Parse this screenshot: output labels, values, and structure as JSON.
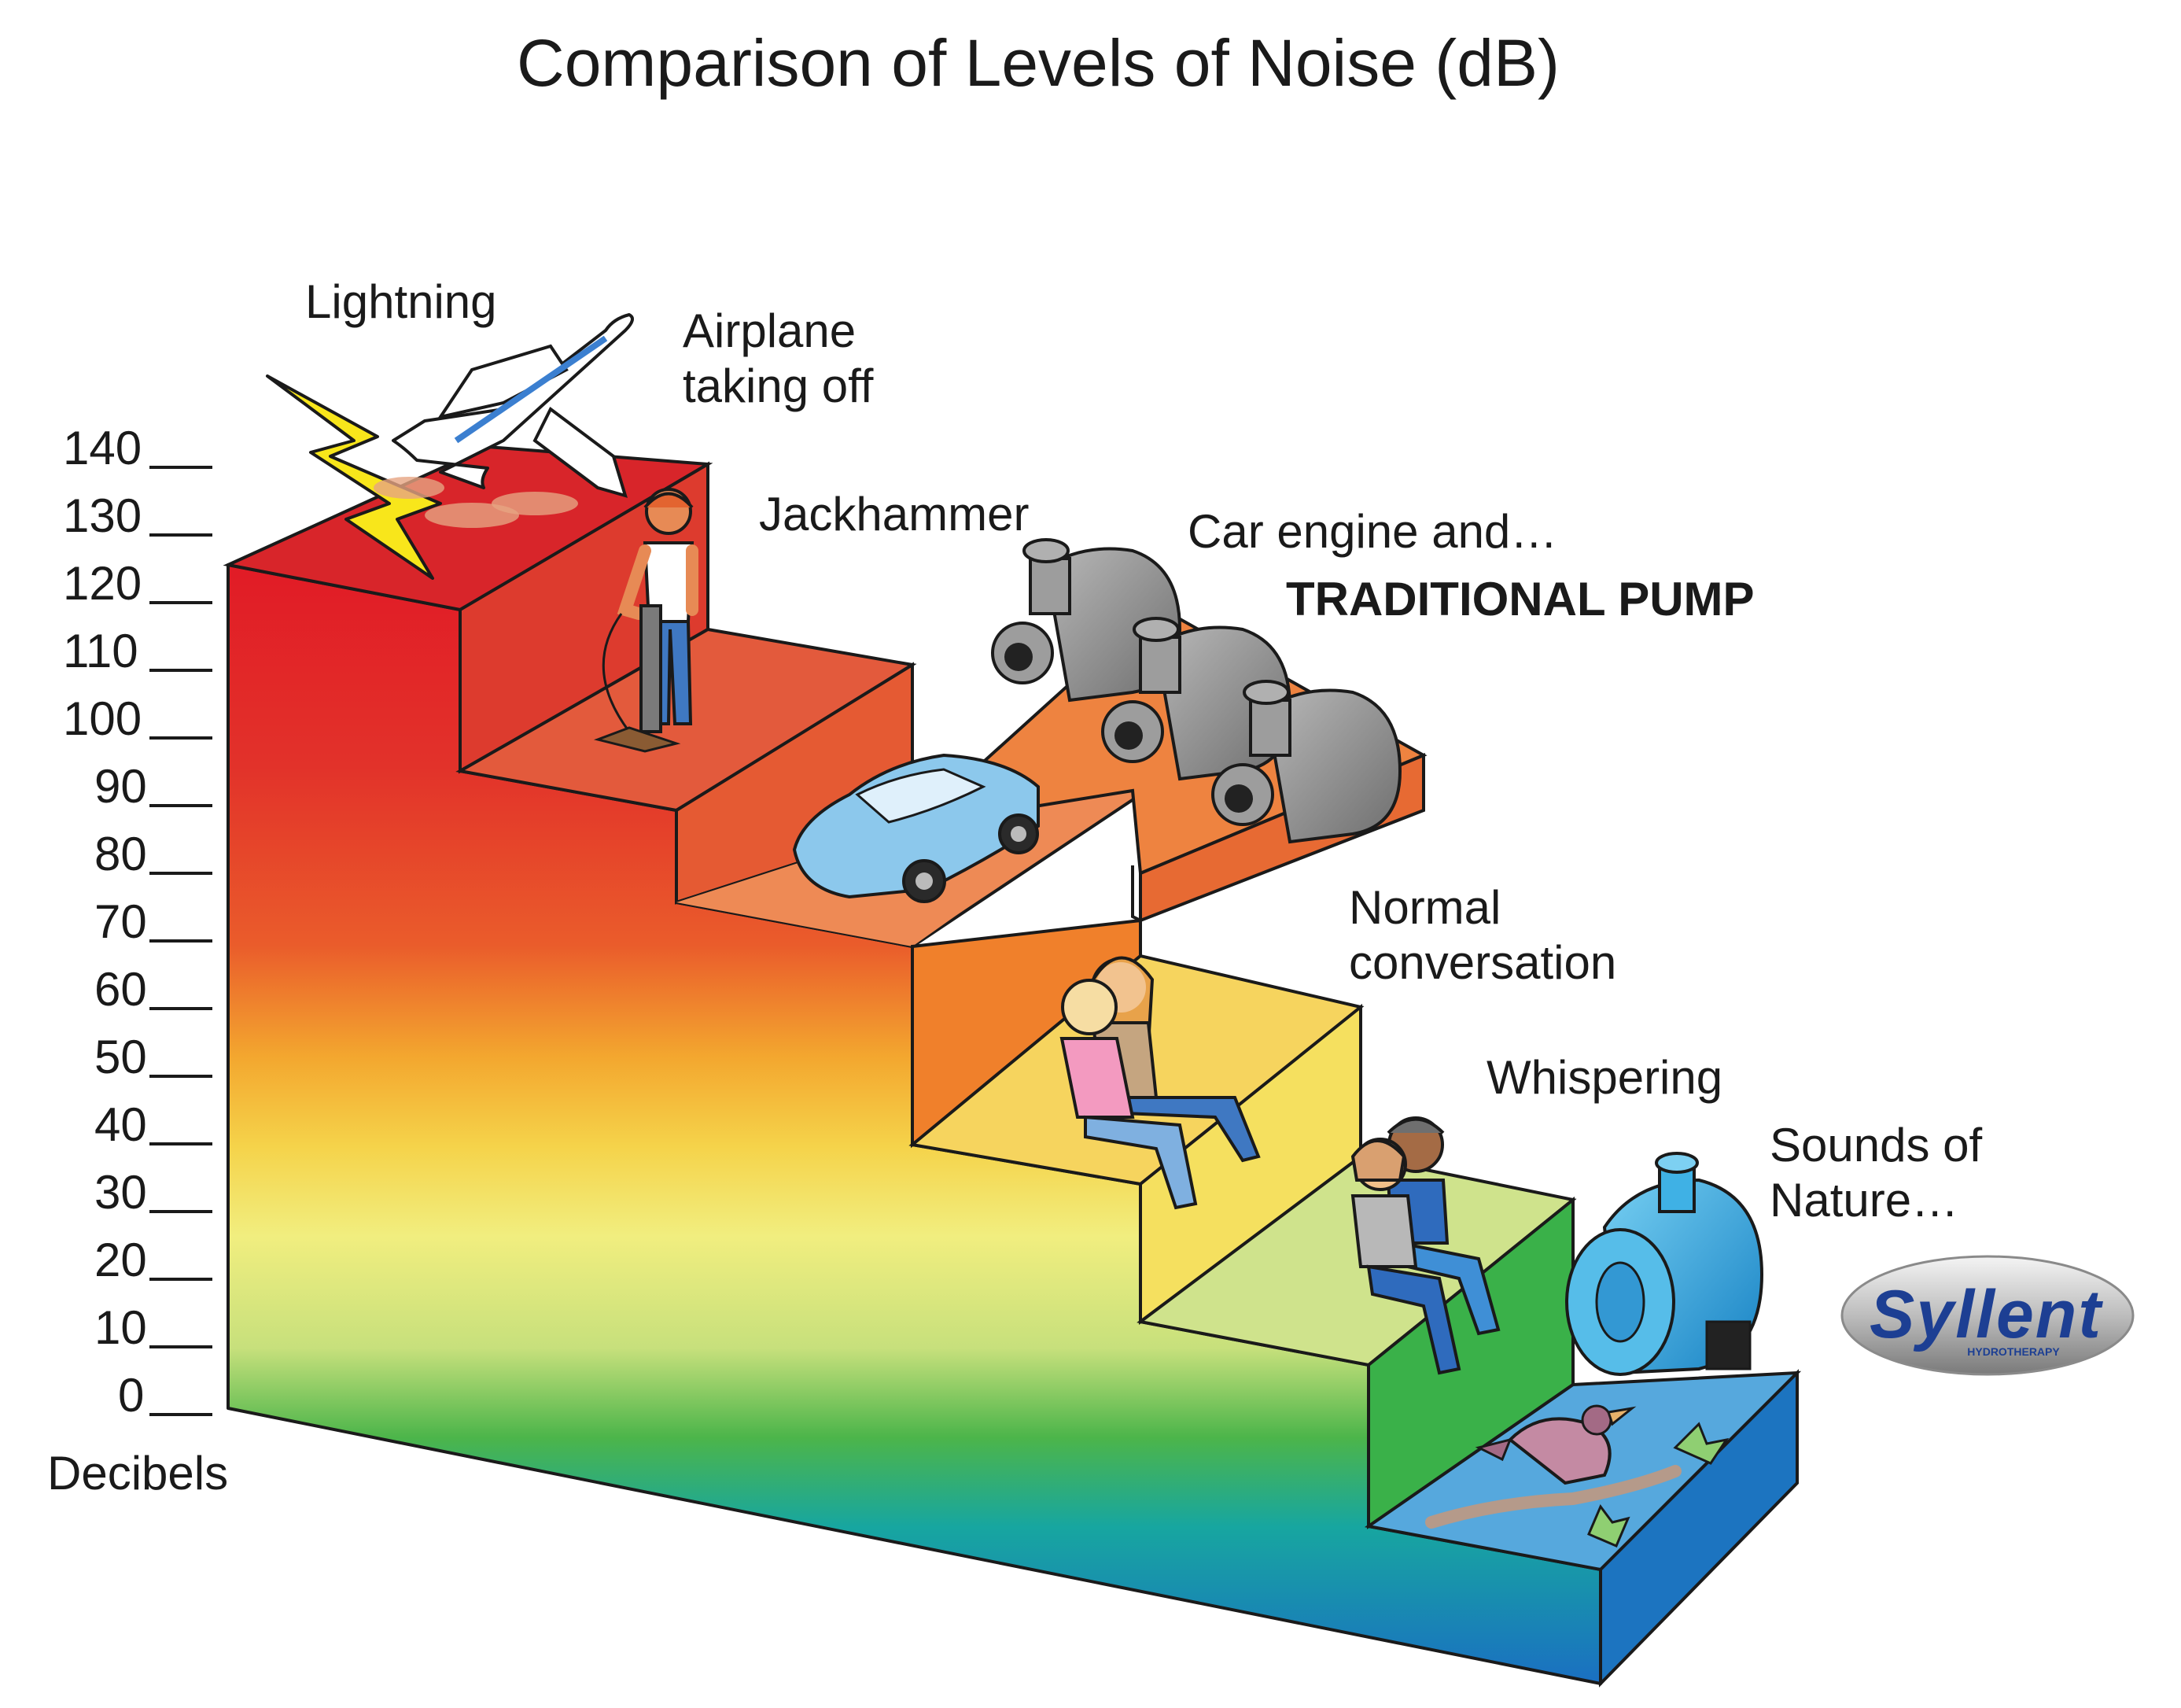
{
  "title": "Comparison of Levels of Noise (dB)",
  "axis": {
    "label": "Decibels",
    "ticks": [
      "140",
      "130",
      "120",
      "110",
      "100",
      "90",
      "80",
      "70",
      "60",
      "50",
      "40",
      "30",
      "20",
      "10",
      "0"
    ]
  },
  "sources": {
    "lightning": "Lightning",
    "airplane_line1": "Airplane",
    "airplane_line2": "taking off",
    "jackhammer": "Jackhammer",
    "car_engine": "Car engine and…",
    "traditional_pump": "TRADITIONAL PUMP",
    "conversation_line1": "Normal",
    "conversation_line2": "conversation",
    "whispering": "Whispering",
    "nature_line1": "Sounds of",
    "nature_line2": "Nature…"
  },
  "logo": {
    "name": "Syllent",
    "tagline": "HYDROTHERAPY"
  },
  "colors": {
    "step_lightning": "#d8252a",
    "step_jackhammer": "#e35a3c",
    "step_car": "#ec7a42",
    "step_pump": "#ee8340",
    "step_conversation": "#f6d45e",
    "step_whisper": "#cfe38c",
    "step_nature": "#56a8dd",
    "pump_grey": "#8d8d8d",
    "pump_blue": "#2fa8e0",
    "car_blue": "#8cc8ec"
  }
}
